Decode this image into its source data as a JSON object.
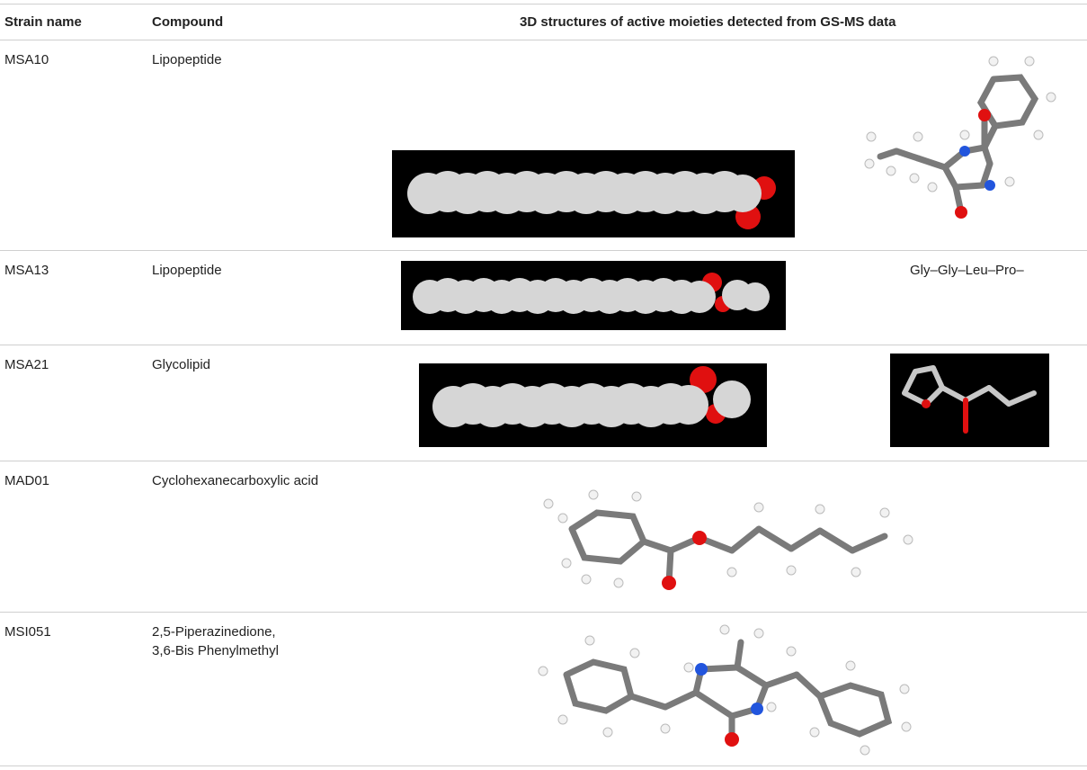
{
  "table": {
    "headers": {
      "strain": "Strain name",
      "compound": "Compound",
      "structures": "3D structures of active moieties detected from GS-MS data"
    },
    "rows": [
      {
        "strain": "MSA10",
        "compound": "Lipopeptide"
      },
      {
        "strain": "MSA13",
        "compound": "Lipopeptide",
        "sequence": "Gly–Gly–Leu–Pro–"
      },
      {
        "strain": "MSA21",
        "compound": "Glycolipid"
      },
      {
        "strain": "MAD01",
        "compound": "Cyclohexanecarboxylic acid"
      },
      {
        "strain": "MSI051",
        "compound_line1": "2,5-Piperazinedione,",
        "compound_line2": "3,6-Bis Phenylmethyl"
      }
    ]
  },
  "colors": {
    "background": "#000000",
    "carbon_sphere": "#d6d6d6",
    "oxygen": "#e01010",
    "nitrogen": "#2255dd",
    "carbon_stick": "#7a7a7a",
    "hydrogen": "#f2f2f2"
  }
}
